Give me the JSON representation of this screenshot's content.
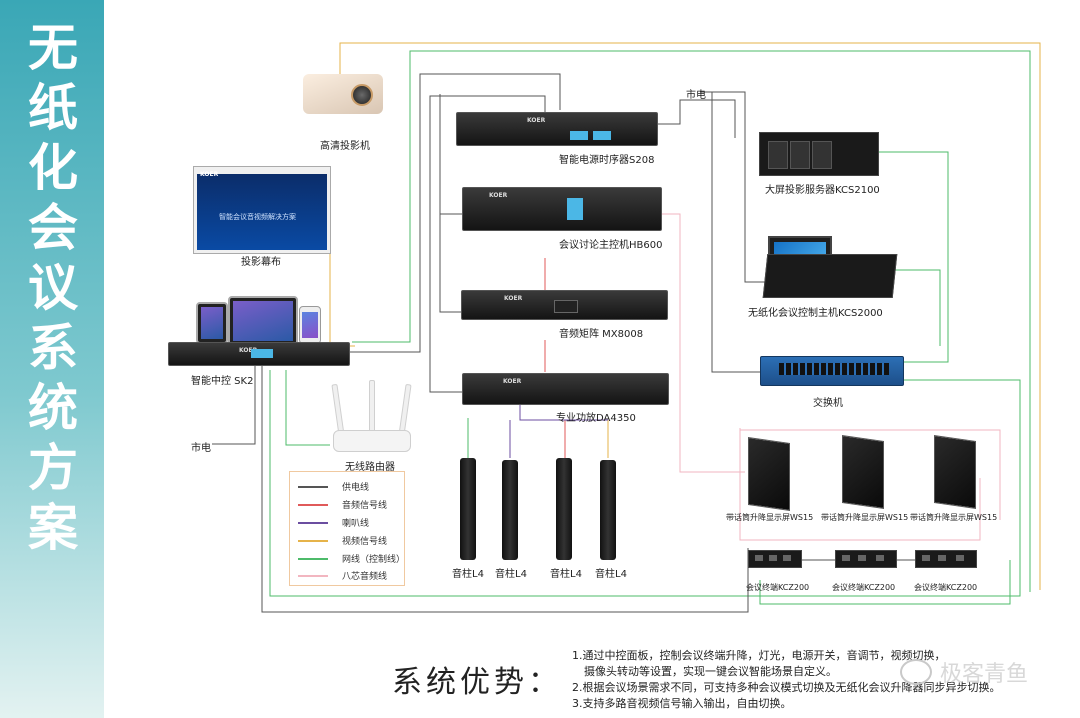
{
  "title_chars": [
    "无",
    "纸",
    "化",
    "会",
    "议",
    "系",
    "统",
    "方",
    "案"
  ],
  "devices": {
    "projector": "高清投影机",
    "screen": "投影幕布",
    "screen_brand": "KOER",
    "screen_text": "智能会议音视频解决方案",
    "sk2": "智能中控 SK2",
    "s208": "智能电源时序器S208",
    "hb600": "会议讨论主控机HB600",
    "mx8008": "音频矩阵 MX8008",
    "da4350": "专业功放DA4350",
    "kcs2100": "大屏投影服务器KCS2100",
    "kcs2000": "无纸化会议控制主机KCS2000",
    "switch": "交换机",
    "router": "无线路由器",
    "mains_top": "市电",
    "mains_left": "市电",
    "speaker": [
      "音柱L4",
      "音柱L4",
      "音柱L4",
      "音柱L4"
    ],
    "ws15": [
      "带话筒升降显示屏WS15",
      "带话筒升降显示屏WS15",
      "带话筒升降显示屏WS15"
    ],
    "kcz200": [
      "会议终端KCZ200",
      "会议终端KCZ200",
      "会议终端KCZ200"
    ],
    "brand": "KOER"
  },
  "legend": [
    {
      "label": "供电线",
      "color": "#555555"
    },
    {
      "label": "音频信号线",
      "color": "#e05a5a"
    },
    {
      "label": "喇叭线",
      "color": "#6b4ea0"
    },
    {
      "label": "视频信号线",
      "color": "#e6b34a"
    },
    {
      "label": "网线（控制线）",
      "color": "#4dbb6a"
    },
    {
      "label": "八芯音频线",
      "color": "#f2b6c0"
    }
  ],
  "advantages": {
    "title": "系统优势：",
    "lines": [
      "1.通过中控面板，控制会议终端升降，灯光，电源开关，音调节，视频切换，",
      "摄像头转动等设置，实现一键会议智能场景自定义。",
      "2.根据会议场景需求不同，可支持多种会议模式切换及无纸化会议升降器同步异步切换。",
      "3.支持多路音视频信号输入输出，自由切换。"
    ]
  },
  "watermark": "极客青鱼"
}
